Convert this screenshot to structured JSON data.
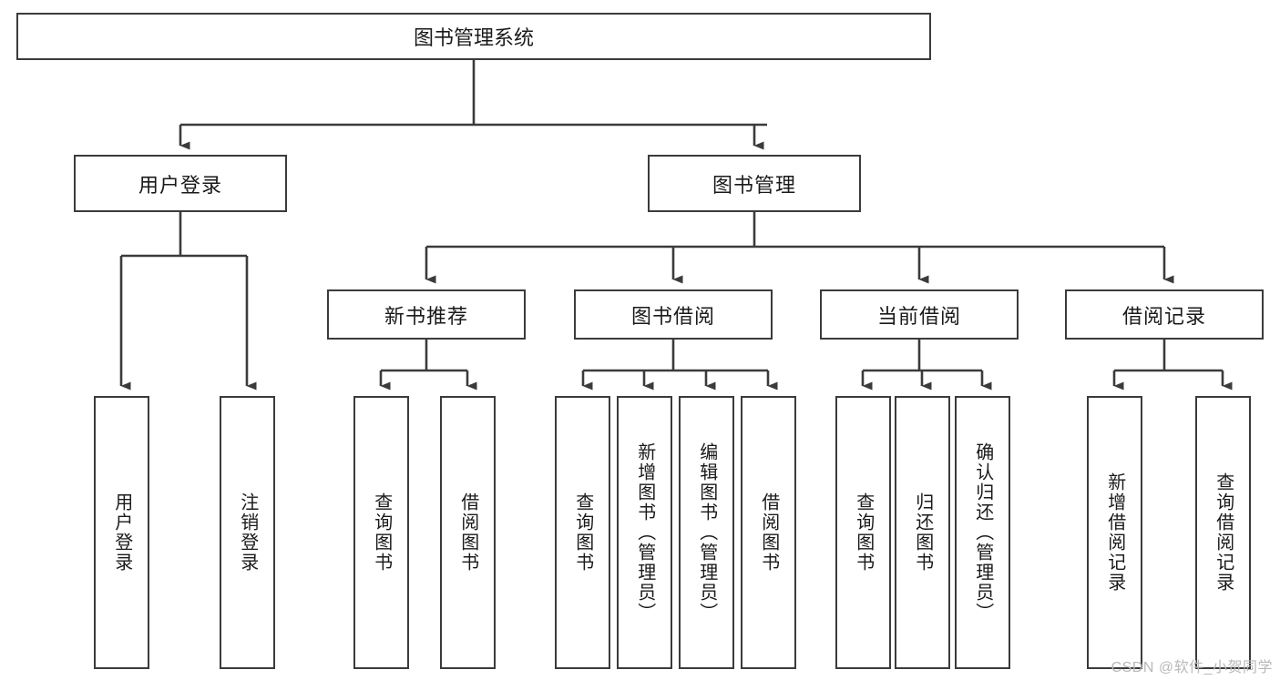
{
  "diagram": {
    "title": "图书管理系统",
    "type": "tree",
    "root": {
      "label": "图书管理系统"
    },
    "level1": [
      {
        "label": "用户登录"
      },
      {
        "label": "图书管理"
      }
    ],
    "level2": [
      {
        "label": "新书推荐",
        "parent": "图书管理"
      },
      {
        "label": "图书借阅",
        "parent": "图书管理"
      },
      {
        "label": "当前借阅",
        "parent": "图书管理"
      },
      {
        "label": "借阅记录",
        "parent": "图书管理"
      }
    ],
    "leaves": {
      "user_login": [
        {
          "label": "用户登录"
        },
        {
          "label": "注销登录"
        }
      ],
      "new_book_recommend": [
        {
          "label": "查询图书"
        },
        {
          "label": "借阅图书"
        }
      ],
      "book_borrow": [
        {
          "label": "查询图书"
        },
        {
          "label": "新增图书（管理员）"
        },
        {
          "label": "编辑图书（管理员）"
        },
        {
          "label": "借阅图书"
        }
      ],
      "current_borrow": [
        {
          "label": "查询图书"
        },
        {
          "label": "归还图书"
        },
        {
          "label": "确认归还（管理员）"
        }
      ],
      "borrow_record": [
        {
          "label": "新增借阅记录"
        },
        {
          "label": "查询借阅记录"
        }
      ]
    }
  },
  "watermark": {
    "text": "CSDN @软件_小贺同学"
  },
  "colors": {
    "stroke": "#3b3b3b",
    "fill": "#ffffff",
    "text": "#1a1a1a",
    "watermark": "#b8b8b8"
  }
}
